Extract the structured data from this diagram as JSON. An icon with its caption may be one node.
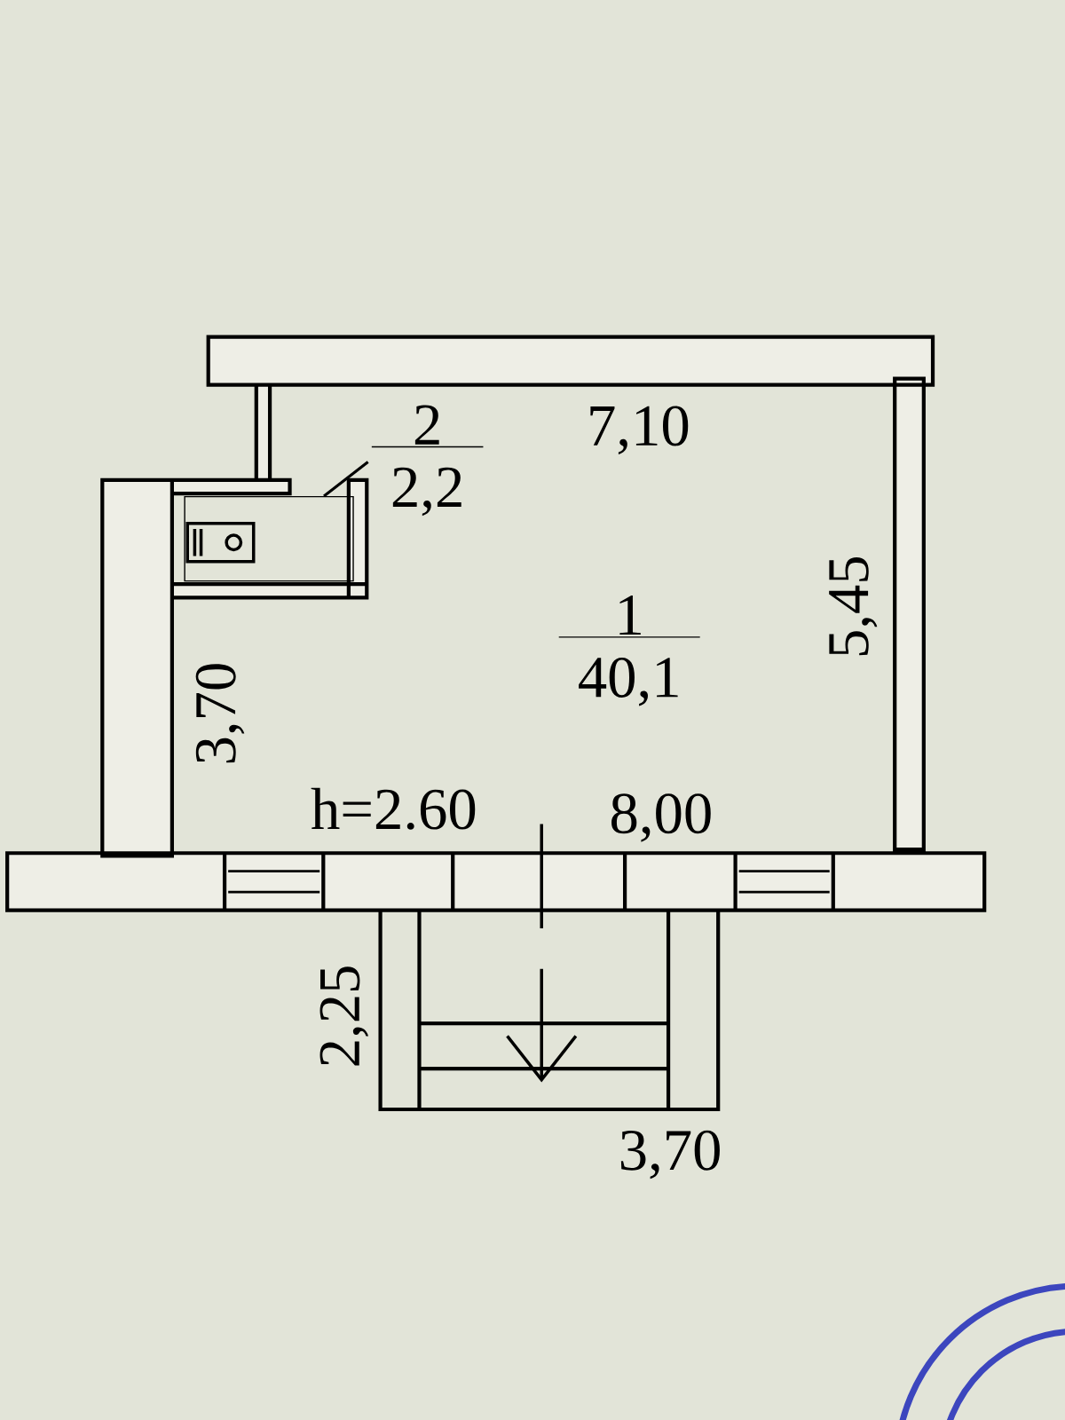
{
  "diagram": {
    "nodes": [
      {
        "text": [
          "1",
          "40,1"
        ]
      },
      {
        "text": [
          "2",
          "2,2"
        ]
      },
      {
        "text": [],
        "shape": "box"
      }
    ],
    "edges": [
      {
        "from": 1,
        "to": 2,
        "arrow": "none"
      }
    ],
    "labels": [
      "7,10",
      "5,45",
      "3,70",
      "h=2.60",
      "8,00",
      "2,25",
      "3,70"
    ]
  }
}
